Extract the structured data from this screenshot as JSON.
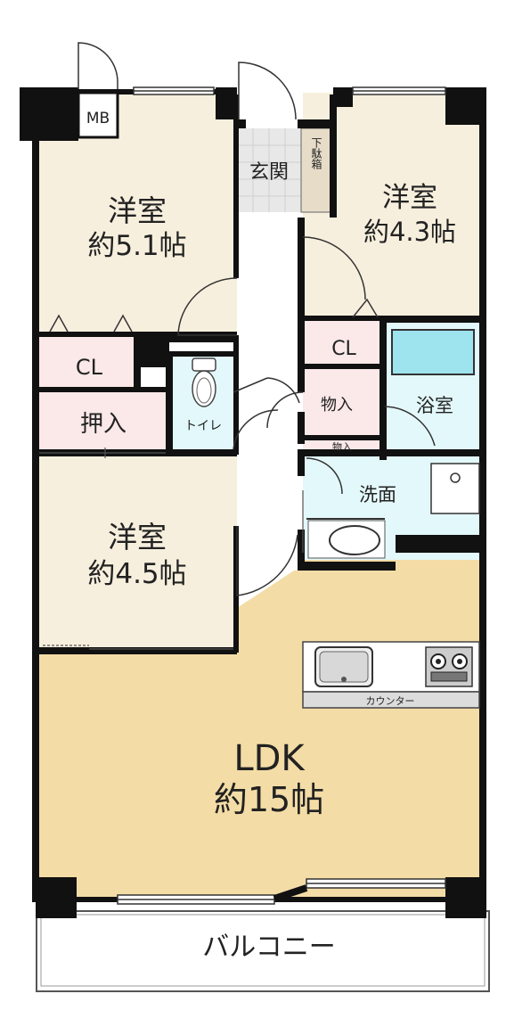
{
  "colors": {
    "wall": "#111111",
    "bedroom_floor": "#f7efdd",
    "ldk_floor": "#f3dca6",
    "closet_floor": "#fbe8e8",
    "wet_floor": "#e3f8fa",
    "hall_floor": "#ffffff",
    "entrance_tile": "#e8e8e8",
    "shoe_box": "#e6dcc8",
    "counter": "#dcdcdc",
    "bathtub": "#9ee4ee",
    "balcony": "#ffffff"
  },
  "rooms": {
    "bedroom_nw": {
      "name": "洋室",
      "size": "約5.1帖"
    },
    "bedroom_ne": {
      "name": "洋室",
      "size": "約4.3帖"
    },
    "bedroom_w": {
      "name": "洋室",
      "size": "約4.5帖"
    },
    "ldk": {
      "name": "LDK",
      "size": "約15帖"
    },
    "entrance": "玄関",
    "shoe_box": "下駄箱",
    "mb": "MB",
    "cl_left": "CL",
    "cl_right": "CL",
    "oshiire": "押入",
    "toilet": "トイレ",
    "storage_1": "物入",
    "storage_2": "物入",
    "bath": "浴室",
    "washroom": "洗面",
    "counter": "カウンター",
    "balcony": "バルコニー"
  },
  "icons": [
    "toilet-icon",
    "bathtub-icon",
    "wash-basin-icon",
    "sink-icon",
    "stove-icon",
    "washing-machine-pan-icon"
  ]
}
